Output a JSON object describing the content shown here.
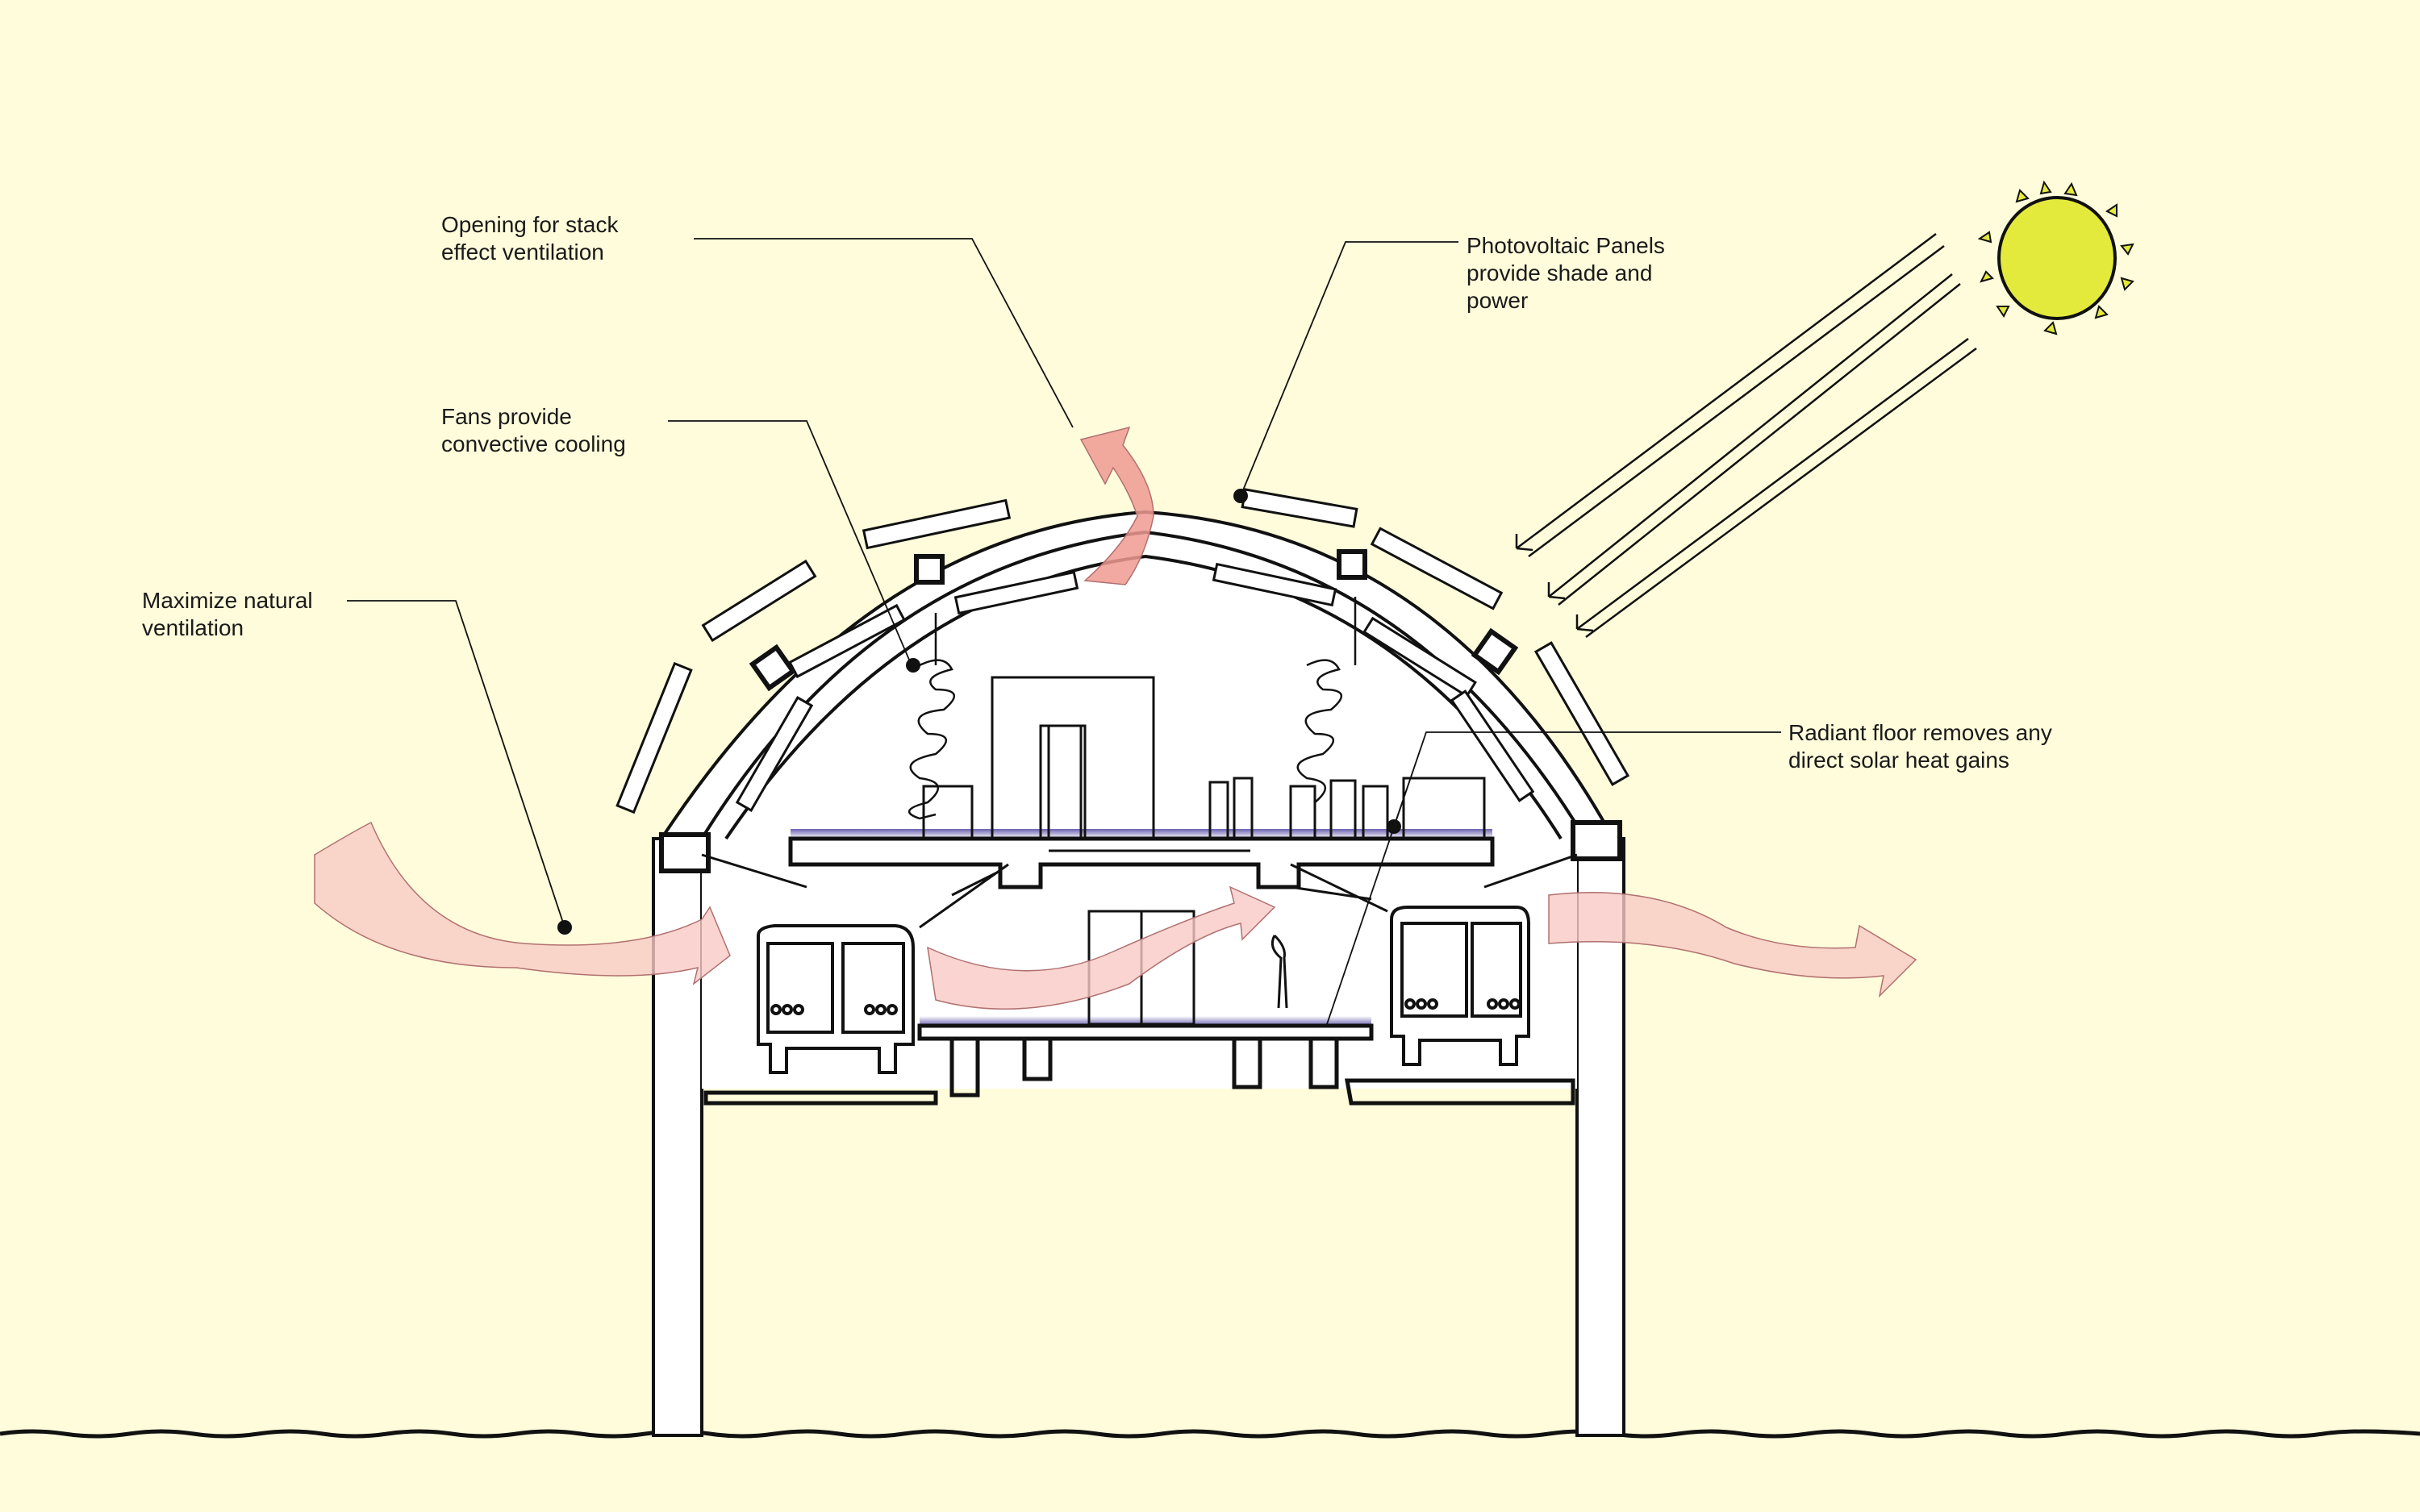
{
  "labels": {
    "stack": [
      "Opening  for stack",
      "effect ventilation"
    ],
    "fans": [
      "Fans provide",
      "convective cooling"
    ],
    "ventilation": [
      "Maximize natural",
      "ventilation"
    ],
    "pv": [
      "Photovoltaic Panels",
      "provide shade and",
      "power"
    ],
    "radiant": [
      "Radiant floor removes any",
      "direct solar heat gains"
    ]
  },
  "colors": {
    "background": "#FFFCDB",
    "ink": "#1a1a1a",
    "airflow": "#F7C9C4",
    "airflow_strong": "#F09A92",
    "sun": "#E4EA3C",
    "radiant_floor": "#5A4FA8"
  }
}
